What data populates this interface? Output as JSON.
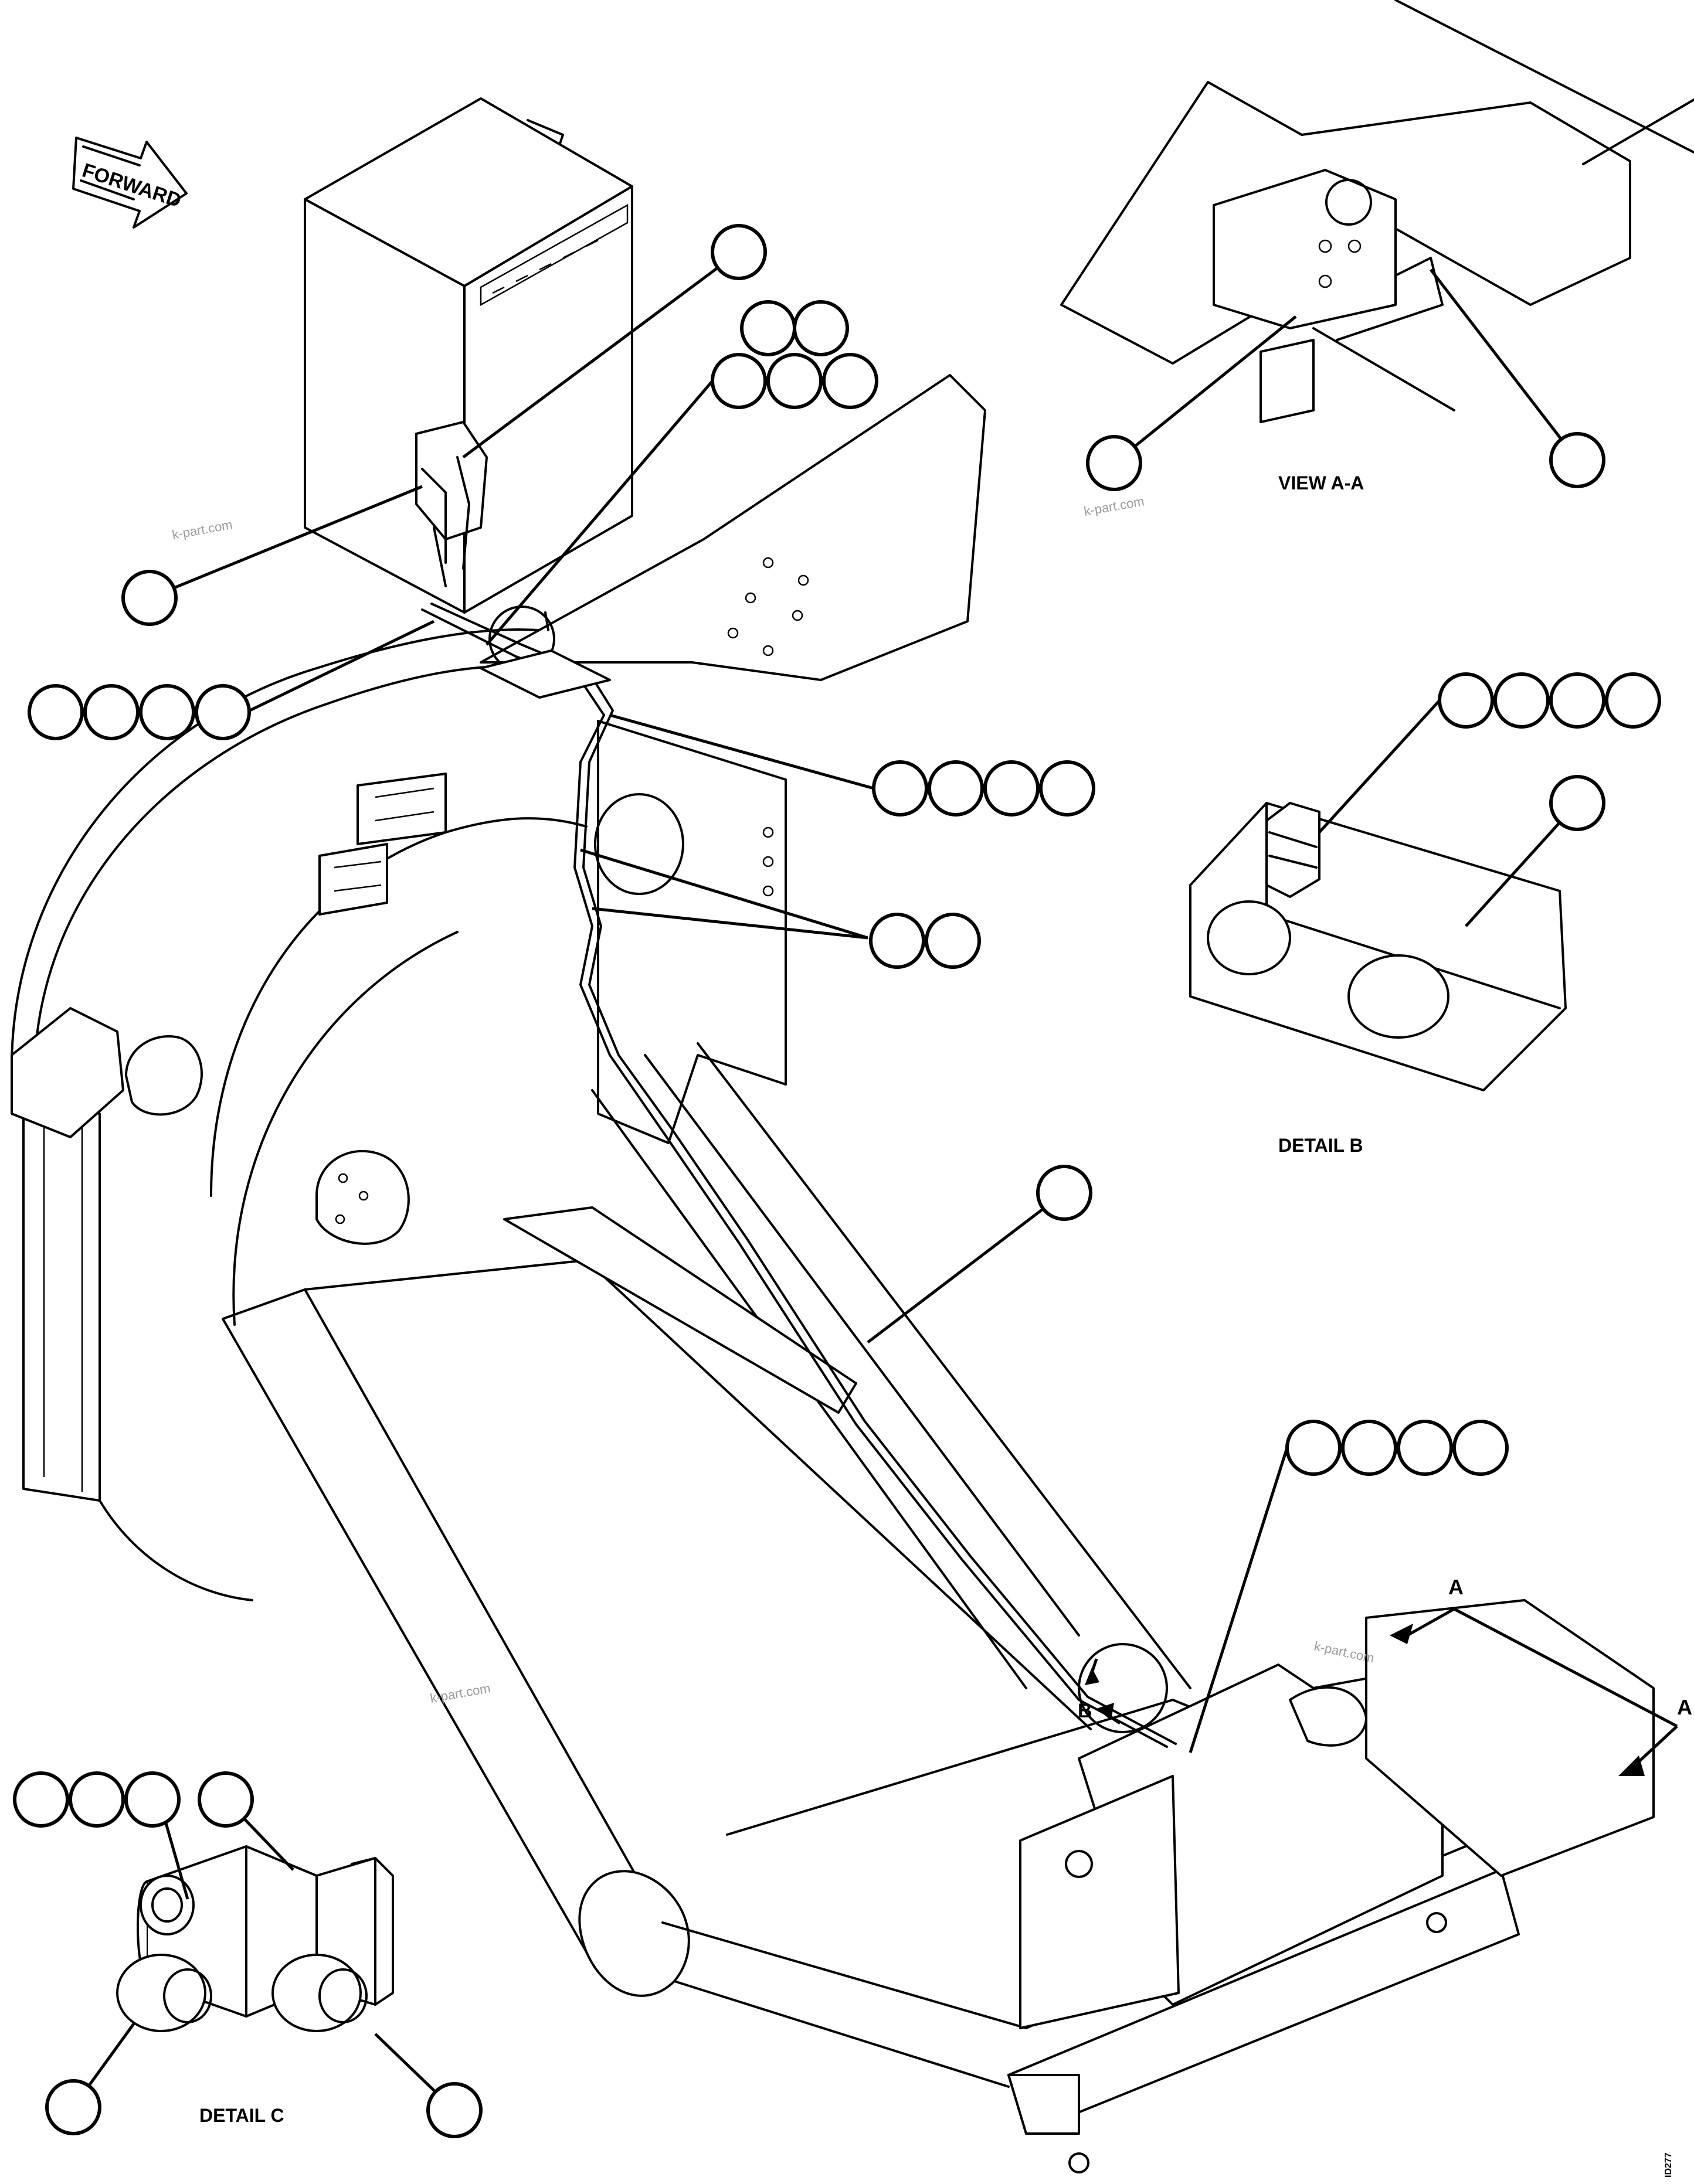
{
  "labels": {
    "forward": "FORWARD",
    "view_aa": "VIEW A-A",
    "detail_b": "DETAIL B",
    "detail_c": "DETAIL C",
    "section_a": "A",
    "detail_b_marker": "B",
    "drawing_number": "ID277"
  },
  "watermarks": [
    "k-part.com",
    "k-part.com",
    "k-part.com",
    "k-part.com"
  ],
  "callouts": {
    "groups_of_circles": [
      1,
      2,
      3,
      1,
      4,
      4,
      2,
      1,
      1,
      4,
      3,
      1,
      1,
      1
    ]
  }
}
